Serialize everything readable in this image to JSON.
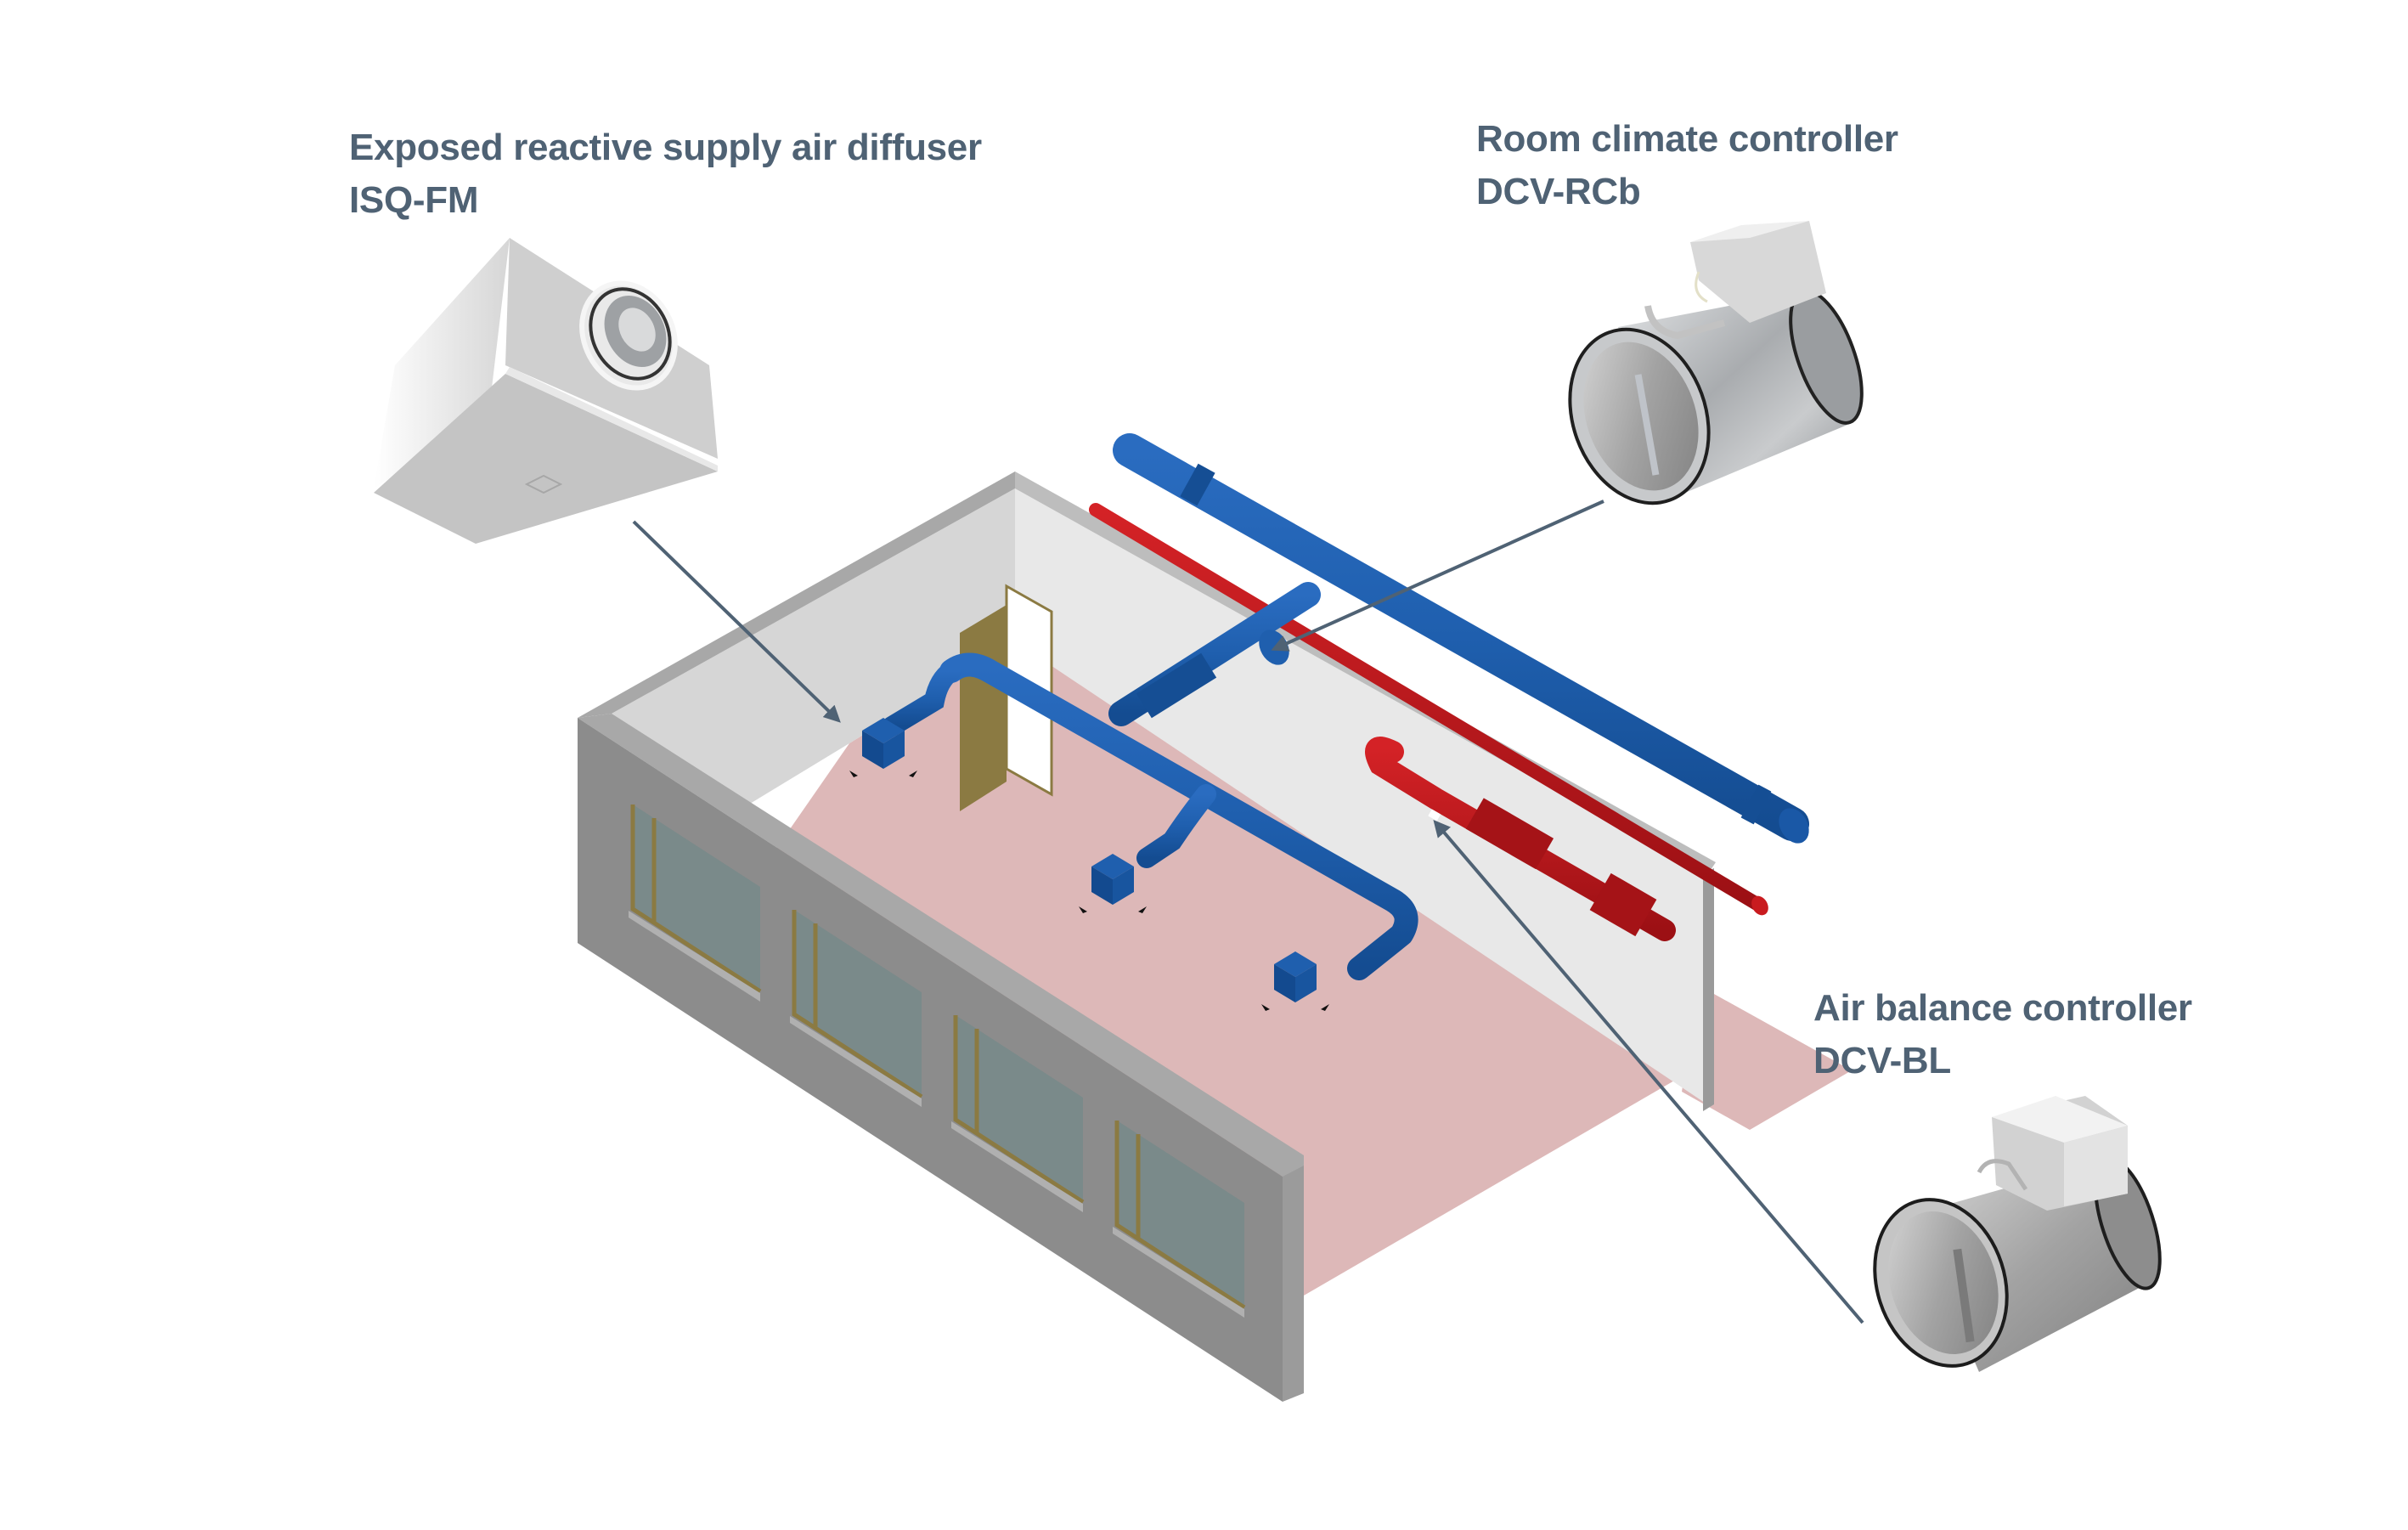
{
  "diagram": {
    "title": "Demand controlled ventilation room layout",
    "colors": {
      "label_text": "#4f6274",
      "leader_line": "#4f6274",
      "supply_duct": "#1f5fae",
      "supply_duct_dark": "#134a8f",
      "extract_duct": "#c0161b",
      "extract_duct_dark": "#8e1013",
      "floor": "#ddb8b8",
      "wall_interior": "#e7e7e7",
      "wall_interior_shade": "#d6d6d6",
      "wall_exterior": "#8c8c8c",
      "wall_top": "#a8a8a8",
      "window_glass": "#7a8a8a",
      "window_frame": "#8b7a42",
      "door": "#8b7a42",
      "product_metal": "#b9bcbf"
    },
    "components": [
      {
        "id": "diffuser",
        "name": "Exposed reactive supply air diffuser",
        "model": "ISQ-FM",
        "icon": "ceiling-diffuser-icon"
      },
      {
        "id": "room-climate",
        "name": "Room climate controller",
        "model": "DCV-RCb",
        "icon": "damper-with-actuator-icon"
      },
      {
        "id": "air-balance",
        "name": "Air balance controller",
        "model": "DCV-BL",
        "icon": "damper-with-actuator-icon"
      }
    ],
    "scene": {
      "window_count": 4,
      "diffuser_count": 3,
      "ducts": [
        "supply main duct",
        "supply branch duct",
        "extract main duct",
        "extract branch duct"
      ]
    }
  }
}
